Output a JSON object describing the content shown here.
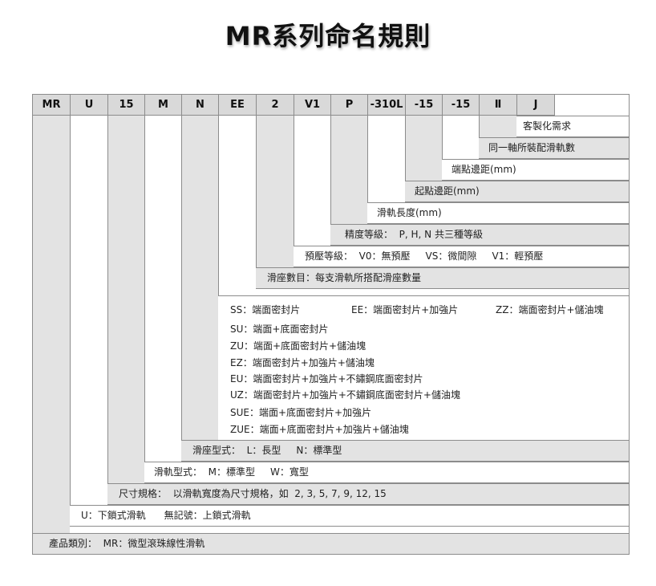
{
  "title": "MR系列命名規則",
  "headers": [
    "MR",
    "U",
    "15",
    "M",
    "N",
    "EE",
    "2",
    "V1",
    "P",
    "-310L",
    "-15",
    "-15",
    "Ⅱ",
    "J"
  ],
  "descriptions": {
    "custom": "客製化需求",
    "rails_per_axis": "同一軸所裝配滑軌數",
    "end_distance": "端點邊距(mm)",
    "start_distance": "起點邊距(mm)",
    "rail_length": "滑軌長度(mm)",
    "precision": "精度等級：  P, H, N 共三種等級",
    "preload": "預壓等級：  V0：無預壓     VS：微間隙     V1：輕預壓",
    "block_count": "滑座數目：每支滑軌所搭配滑座數量",
    "seal_ss": "SS：端面密封片",
    "seal_ee": "EE：端面密封片+加強片",
    "seal_zz": "ZZ：端面密封片+儲油塊",
    "seal_su": "SU：端面+底面密封片",
    "seal_zu": "ZU：端面+底面密封片+儲油塊",
    "seal_ez": "EZ：端面密封片+加強片+儲油塊",
    "seal_eu": "EU：端面密封片+加強片+不鏽鋼底面密封片",
    "seal_uz": "UZ：端面密封片+加強片+不鏽鋼底面密封片+儲油塊",
    "seal_sue": "SUE：端面+底面密封片+加強片",
    "seal_zue": "ZUE：端面+底面密封片+加強片+儲油塊",
    "block_type": "滑座型式：  L：長型     N：標準型",
    "rail_type": "滑軌型式：  M：標準型     W：寬型",
    "size": "尺寸規格：  以滑軌寬度為尺寸規格，如  2, 3, 5, 7, 9, 12, 15",
    "lock": "U：下鎖式滑軌      無記號：上鎖式滑軌",
    "category": "產品類別：  MR：微型滾珠線性滑軌"
  }
}
